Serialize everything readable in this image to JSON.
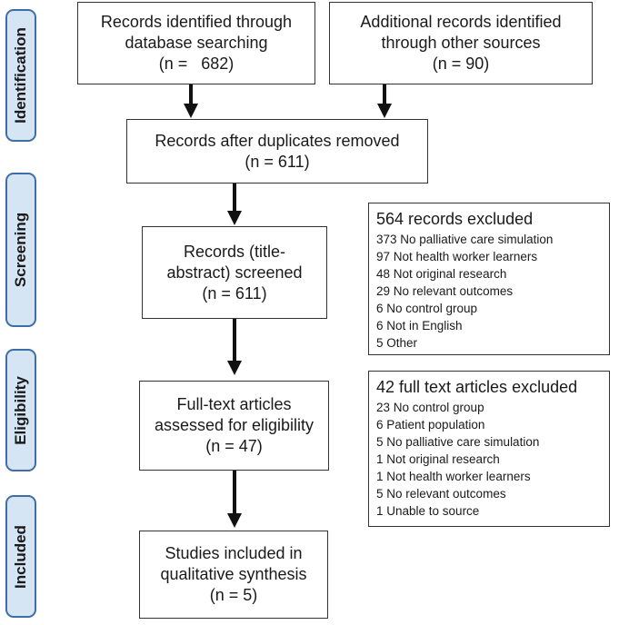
{
  "phases": {
    "identification": "Identification",
    "screening": "Screening",
    "eligibility": "Eligibility",
    "included": "Included"
  },
  "boxes": {
    "database": {
      "lines": [
        "Records identified through",
        "database searching",
        "(n =   682)"
      ]
    },
    "other": {
      "lines": [
        "Additional records identified",
        "through other sources",
        "(n = 90)"
      ]
    },
    "duplicates": {
      "lines": [
        "Records after duplicates removed",
        "(n = 611)"
      ]
    },
    "screened": {
      "lines": [
        "Records (title-",
        "abstract) screened",
        "(n = 611)"
      ]
    },
    "fulltext": {
      "lines": [
        "Full-text articles",
        "assessed for eligibility",
        "(n = 47)"
      ]
    },
    "included": {
      "lines": [
        "Studies included in",
        "qualitative synthesis",
        "(n = 5)"
      ]
    }
  },
  "exclusions": {
    "records": {
      "heading": "564 records excluded",
      "items": [
        "373 No palliative care simulation",
        "97 Not health worker learners",
        "48 Not original research",
        "29 No relevant outcomes",
        "6 No control group",
        "6 Not in English",
        "5 Other"
      ]
    },
    "fulltext": {
      "heading": "42 full text articles excluded",
      "items": [
        "23 No control group",
        "6 Patient population",
        "5 No palliative care simulation",
        "1 Not original research",
        "1 Not health worker learners",
        "5 No relevant outcomes",
        "1 Unable to source"
      ]
    }
  }
}
